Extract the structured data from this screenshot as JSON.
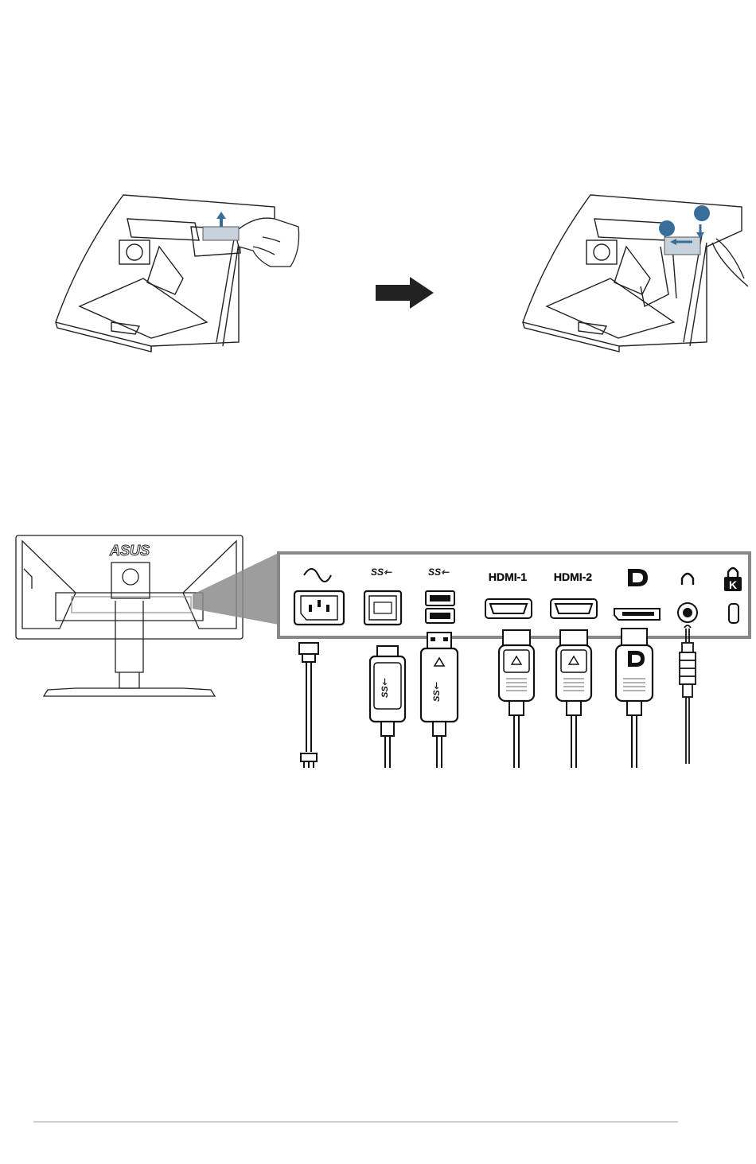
{
  "figure_cable_clip": {
    "step_markers": [
      "",
      ""
    ],
    "accent_color": "#3a6e9a"
  },
  "figure_connectors": {
    "brand_logo": "ASUS",
    "ports": [
      {
        "id": "ac-in",
        "label": "",
        "icon": "ac-wave-icon"
      },
      {
        "id": "usb-up",
        "label": "",
        "icon": "usb-ss-icon"
      },
      {
        "id": "usb-down",
        "label": "",
        "icon": "usb-ss-icon"
      },
      {
        "id": "hdmi-1",
        "label": "HDMI-1",
        "icon": "hdmi-port-icon"
      },
      {
        "id": "hdmi-2",
        "label": "HDMI-2",
        "icon": "hdmi-port-icon"
      },
      {
        "id": "dp",
        "label": "",
        "icon": "displayport-icon"
      },
      {
        "id": "audio",
        "label": "",
        "icon": "headphone-icon"
      },
      {
        "id": "lock",
        "label": "K",
        "icon": "kensington-lock-icon"
      }
    ]
  }
}
